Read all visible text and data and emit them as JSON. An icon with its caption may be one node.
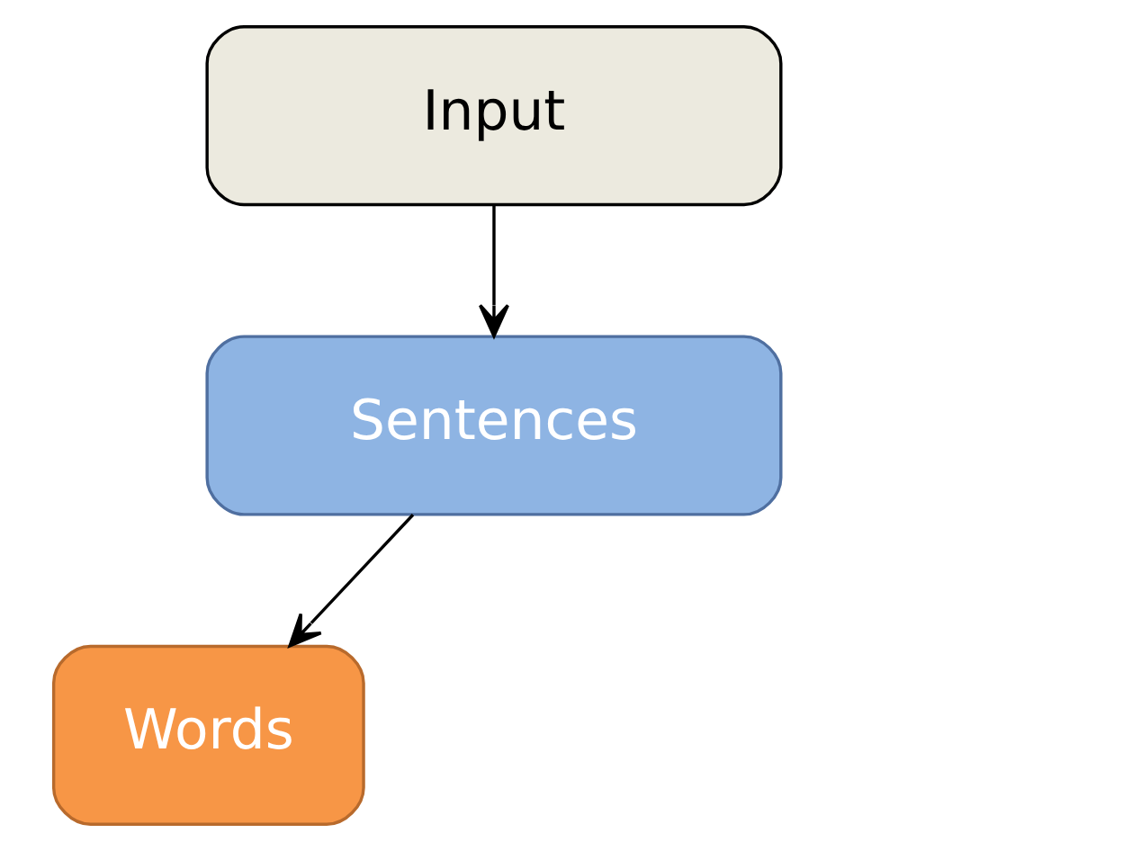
{
  "diagram": {
    "nodes": [
      {
        "text": [
          "Input"
        ]
      },
      {
        "text": [
          "Sentences"
        ]
      },
      {
        "text": [
          "Words"
        ]
      }
    ],
    "edges": [
      {
        "from": 0,
        "to": 1,
        "arrow": "to"
      },
      {
        "from": 1,
        "to": 2,
        "arrow": "to"
      }
    ]
  }
}
